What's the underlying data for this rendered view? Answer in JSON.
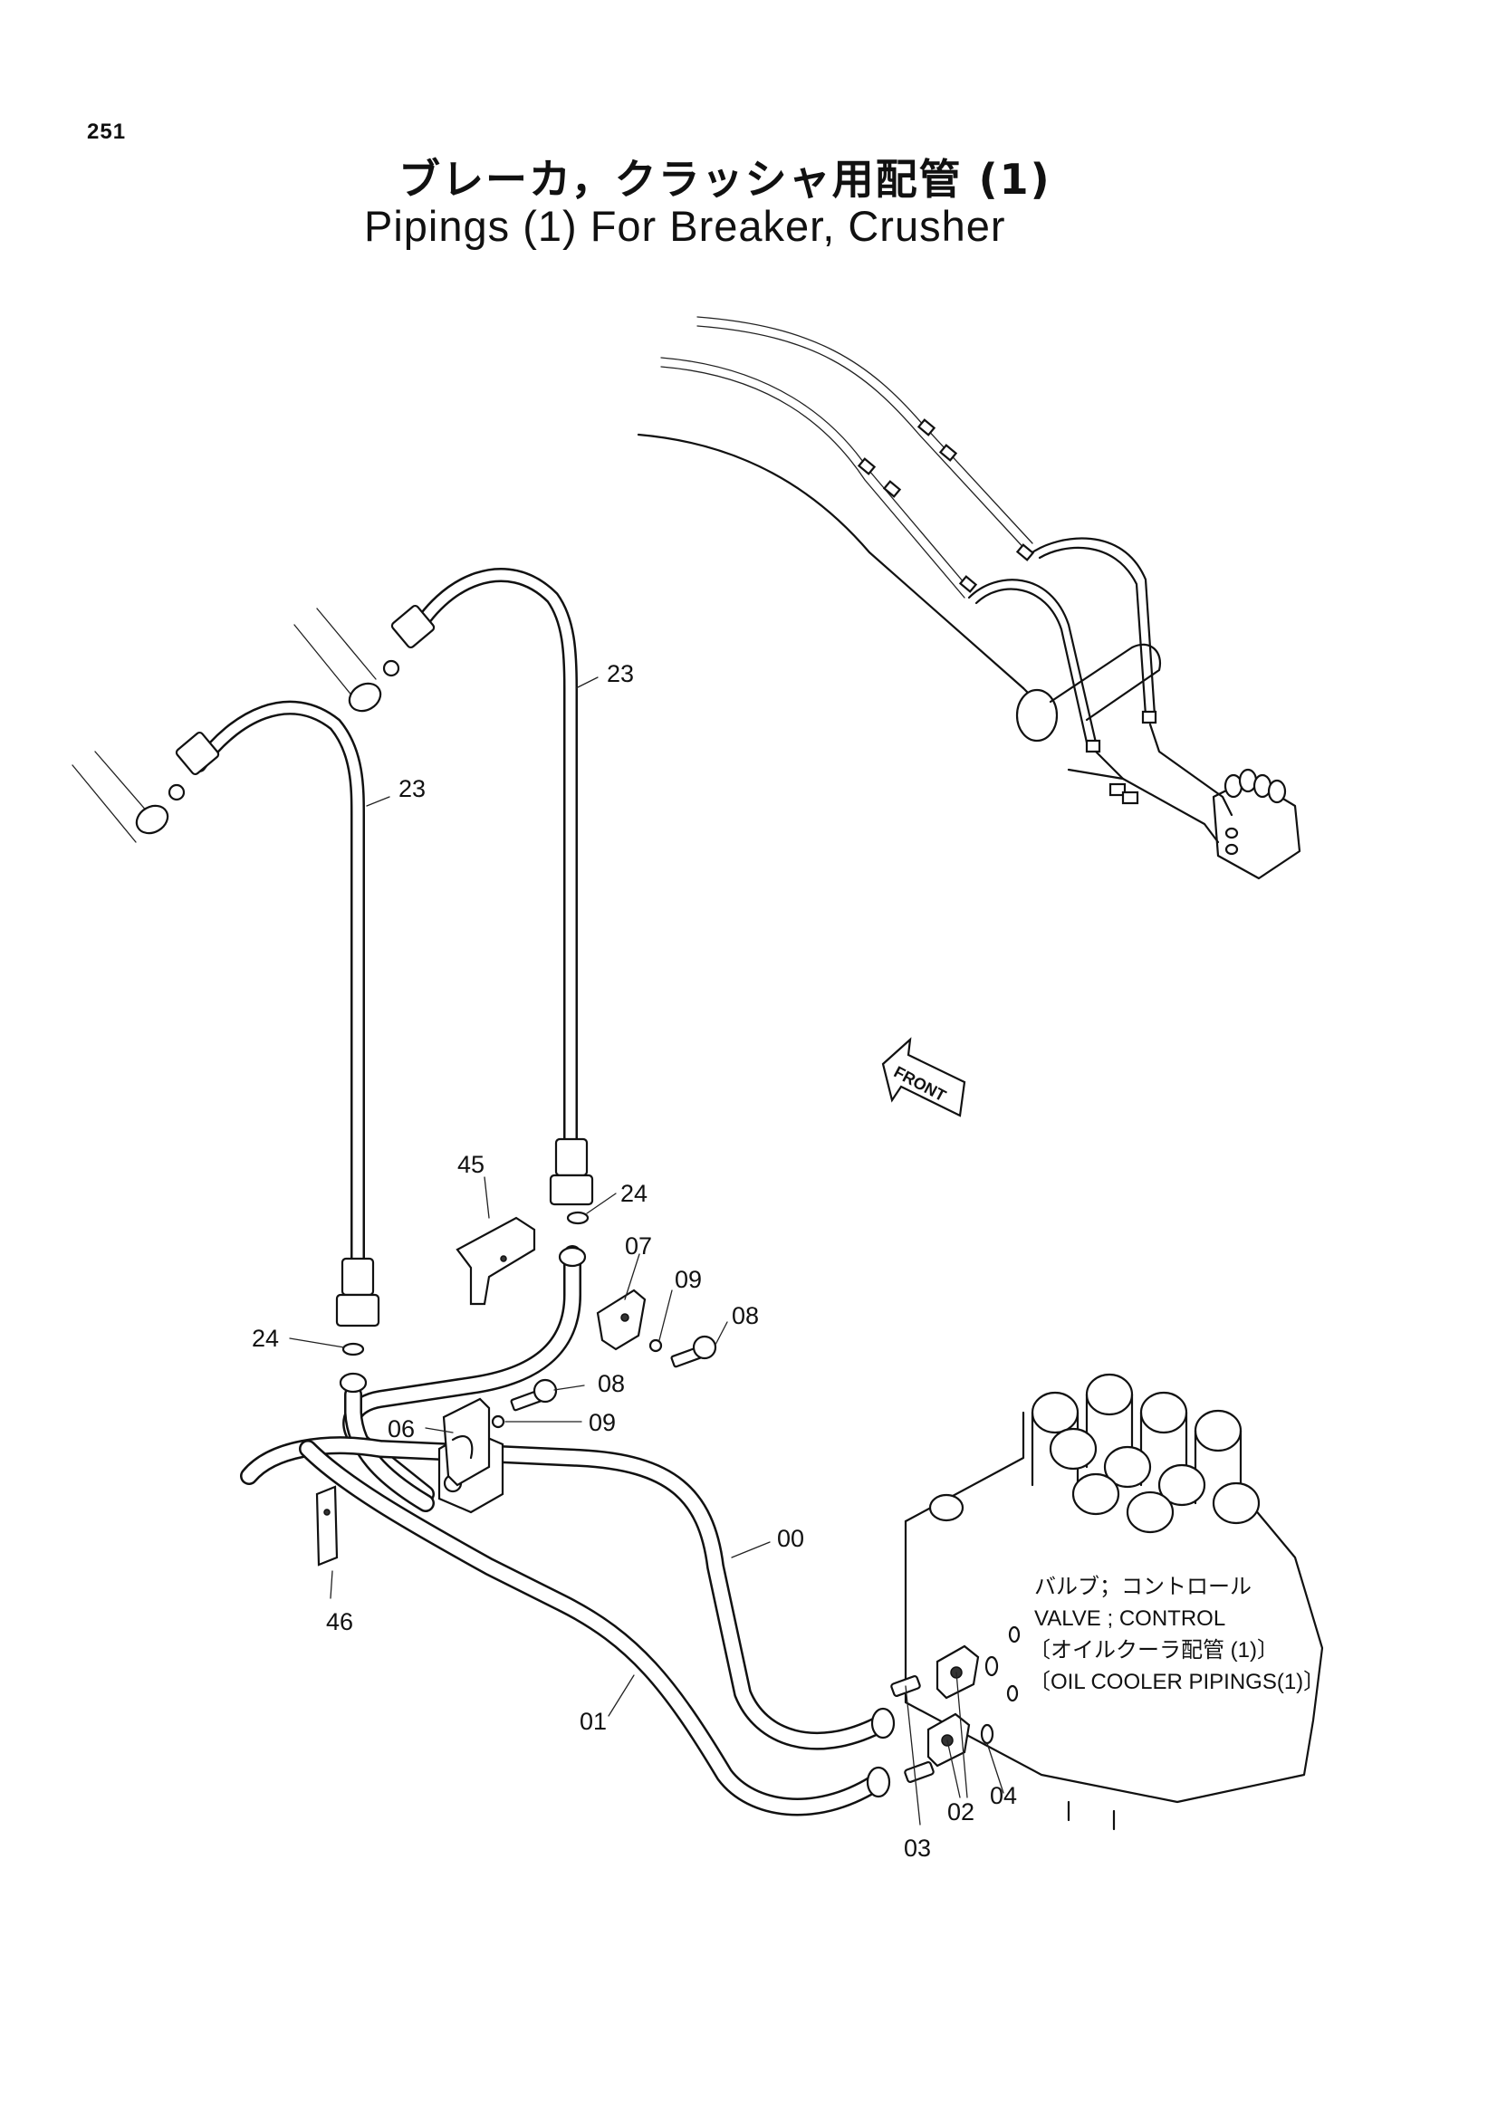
{
  "page_number": "251",
  "title_jp": "ブレーカ，クラッシャ用配管 (1)",
  "title_en": "Pipings (1) For Breaker, Crusher",
  "front_label": "FRONT",
  "callouts": {
    "c23a": "23",
    "c23b": "23",
    "c45": "45",
    "c24a": "24",
    "c24b": "24",
    "c07": "07",
    "c09a": "09",
    "c08a": "08",
    "c08b": "08",
    "c06": "06",
    "c09b": "09",
    "c46": "46",
    "c00": "00",
    "c01": "01",
    "c02": "02",
    "c03": "03",
    "c04": "04"
  },
  "valve_note": {
    "line1": "バルブ；コントロール",
    "line2": "VALVE ; CONTROL",
    "line3": "〔オイルクーラ配管 (1)〕",
    "line4": "〔OIL  COOLER  PIPINGS(1)〕"
  }
}
